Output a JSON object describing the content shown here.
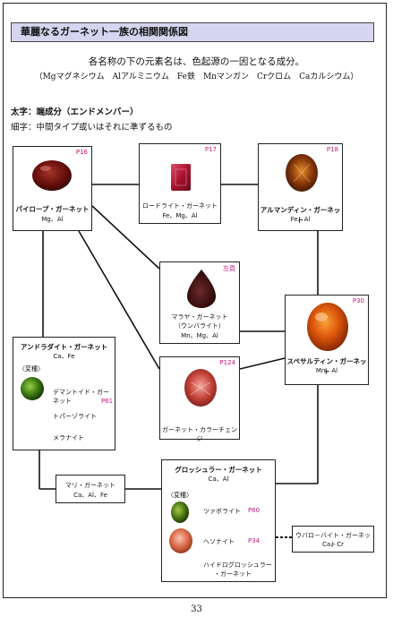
{
  "title": "華麗なるガーネット一族の相関関係図",
  "subtitle_line1": "各名称の下の元素名は、色起源の一因となる成分。",
  "subtitle_line2": "（Mgマグネシウム　Alアルミニウム　Fe鉄　Mnマンガン　Crクロム　Caカルシウム）",
  "legend": {
    "bold_note": "太字：端成分（エンドメンバー）",
    "thin_note": "細字：中間タイプ或いはそれに準ずるもの"
  },
  "boxes": {
    "pyrope": {
      "name": "パイロープ・ガーネット",
      "comp": "Mg、Al",
      "page": "P16"
    },
    "rhodolite": {
      "name": "ロードライト・ガーネット",
      "comp": "Fe、Mg、Al",
      "page": "P17"
    },
    "almandine": {
      "name": "アルマンディン・ガーネット",
      "comp": "Fe、Al",
      "page": "P18"
    },
    "malaya": {
      "name": "マラヤ・ガーネット",
      "name2": "（ウンバライト）",
      "comp": "Mn、Mg、Al",
      "page": "左頁"
    },
    "spessartine": {
      "name": "スペサルティン・ガーネット",
      "comp": "Mn、Al",
      "page": "P30"
    },
    "andradite": {
      "name": "アンドラダイト・ガーネット",
      "comp": "Ca、Fe",
      "variety": "〈変種〉",
      "item1": "デマントイド・ガーネット",
      "item1_page": "P61",
      "item2": "トパーゾライト",
      "item3": "メラナイト"
    },
    "colorchange": {
      "name": "ガーネット・カラーチェンジ",
      "page": "P124"
    },
    "mali": {
      "name": "マリ・ガーネット",
      "comp": "Ca、Al、Fe"
    },
    "grossular": {
      "name": "グロッシュラー・ガーネット",
      "comp": "Ca、Al",
      "variety": "〈変種〉",
      "item1": "ツァボライト",
      "item1_page": "P60",
      "item2": "ヘソナイト",
      "item2_page": "P34",
      "item3a": "ハイドログロッシュラー",
      "item3b": "・ガーネット"
    },
    "uvarovite": {
      "name": "ウバロ－バイト・ガーネット",
      "comp": "Ca、Cr"
    }
  },
  "page_number": "33",
  "colors": {
    "title_bg": "#d6d5ef",
    "page_ref": "#c2177a"
  }
}
